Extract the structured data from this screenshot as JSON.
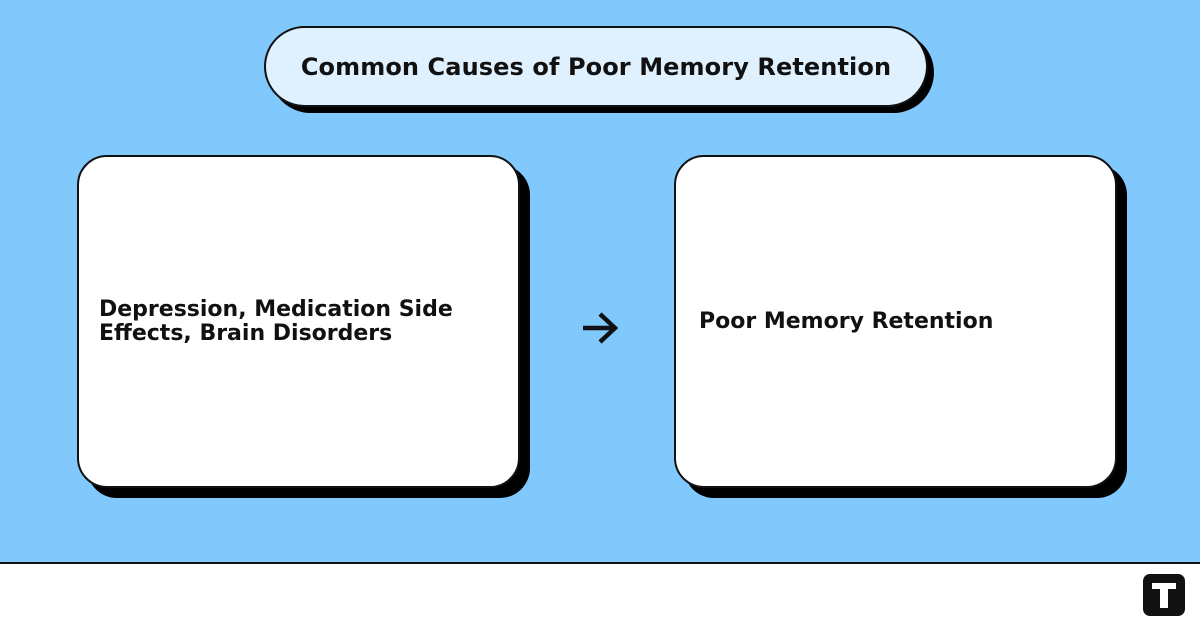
{
  "title": "Common Causes of Poor Memory Retention",
  "cause_box": {
    "text": "Depression, Medication Side Effects, Brain Disorders"
  },
  "effect_box": {
    "text": "Poor Memory Retention"
  },
  "connector": {
    "icon": "arrow-right-icon"
  },
  "footer": {
    "logo_icon": "t-logo-icon"
  },
  "colors": {
    "background": "#81c8fd",
    "title_fill": "#dff0fe",
    "card_fill": "#ffffff",
    "outline": "#111111",
    "footer": "#ffffff"
  }
}
